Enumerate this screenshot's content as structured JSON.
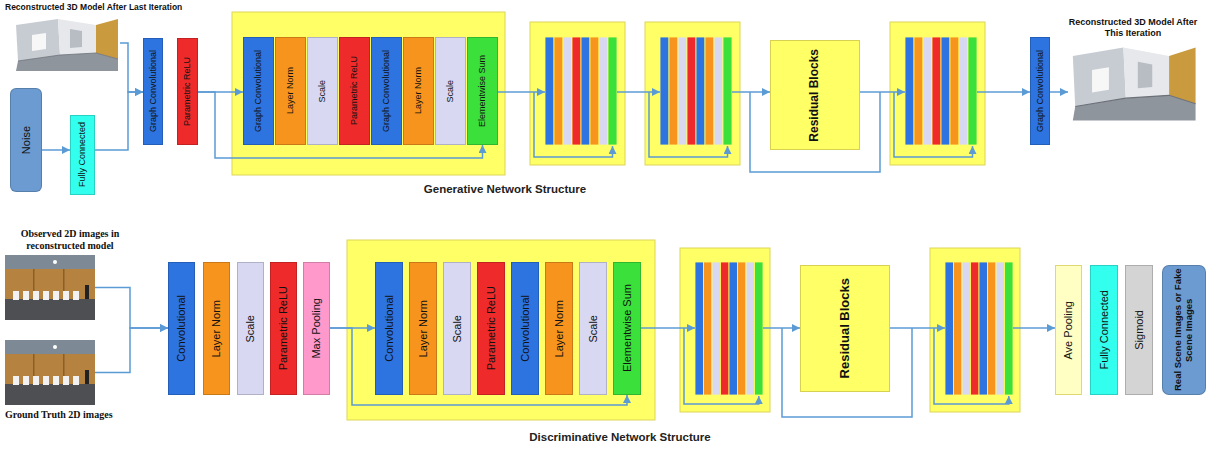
{
  "diagram": {
    "nodes": [
      {
        "text": [
          "Reconstructed 3D Model After Last Iteration"
        ]
      },
      {
        "text": [
          "Noise"
        ]
      },
      {
        "text": [
          "Fully Connected"
        ]
      },
      {
        "text": [
          "Graph Convolutional"
        ]
      },
      {
        "text": [
          "Parametric ReLU"
        ]
      },
      {
        "text": [
          "Graph Convolutional"
        ]
      },
      {
        "text": [
          "Layer Norm"
        ]
      },
      {
        "text": [
          "Scale"
        ]
      },
      {
        "text": [
          "Parametric ReLU"
        ]
      },
      {
        "text": [
          "Graph Convolutional"
        ]
      },
      {
        "text": [
          "Layer Norm"
        ]
      },
      {
        "text": [
          "Scale"
        ]
      },
      {
        "text": [
          "Elementwise Sum"
        ]
      },
      {
        "text": [
          "Residual Blocks"
        ]
      },
      {
        "text": [
          "Graph Convolutional"
        ]
      },
      {
        "text": [
          "Reconstructed 3D Model After This Iteration"
        ]
      },
      {
        "text": [
          "Observed 2D images in reconstructed model"
        ]
      },
      {
        "text": [
          "Ground Truth 2D images"
        ]
      },
      {
        "text": [
          "Convolutional"
        ]
      },
      {
        "text": [
          "Layer Norm"
        ]
      },
      {
        "text": [
          "Scale"
        ]
      },
      {
        "text": [
          "Parametric ReLU"
        ]
      },
      {
        "text": [
          "Max Pooling"
        ]
      },
      {
        "text": [
          "Convolutional"
        ]
      },
      {
        "text": [
          "Layer Norm"
        ]
      },
      {
        "text": [
          "Scale"
        ]
      },
      {
        "text": [
          "Parametric ReLU"
        ]
      },
      {
        "text": [
          "Convolutional"
        ]
      },
      {
        "text": [
          "Layer Norm"
        ]
      },
      {
        "text": [
          "Scale"
        ]
      },
      {
        "text": [
          "Elementwise Sum"
        ]
      },
      {
        "text": [
          "Residual Blocks"
        ]
      },
      {
        "text": [
          "Ave Pooling"
        ]
      },
      {
        "text": [
          "Fully Connected"
        ]
      },
      {
        "text": [
          "Sigmoid"
        ]
      },
      {
        "text": [
          "Real Scene Images or Fake Scene Images"
        ]
      }
    ],
    "edges": [
      {
        "from": 1,
        "to": 2,
        "arrow": "to"
      },
      {
        "from": 0,
        "to": 3,
        "arrow": "to"
      },
      {
        "from": 2,
        "to": 3,
        "arrow": "to"
      },
      {
        "from": 4,
        "to": 5,
        "arrow": "to"
      },
      {
        "from": 4,
        "to": 12,
        "arrow": "to"
      },
      {
        "from": 14,
        "to": 15,
        "arrow": "to"
      },
      {
        "from": 16,
        "to": 18,
        "arrow": "to"
      },
      {
        "from": 17,
        "to": 18,
        "arrow": "to"
      },
      {
        "from": 22,
        "to": 23,
        "arrow": "to"
      },
      {
        "from": 22,
        "to": 30,
        "arrow": "to"
      }
    ],
    "labels": [
      "Generative Network Structure",
      "Discriminative Network Structure"
    ]
  }
}
